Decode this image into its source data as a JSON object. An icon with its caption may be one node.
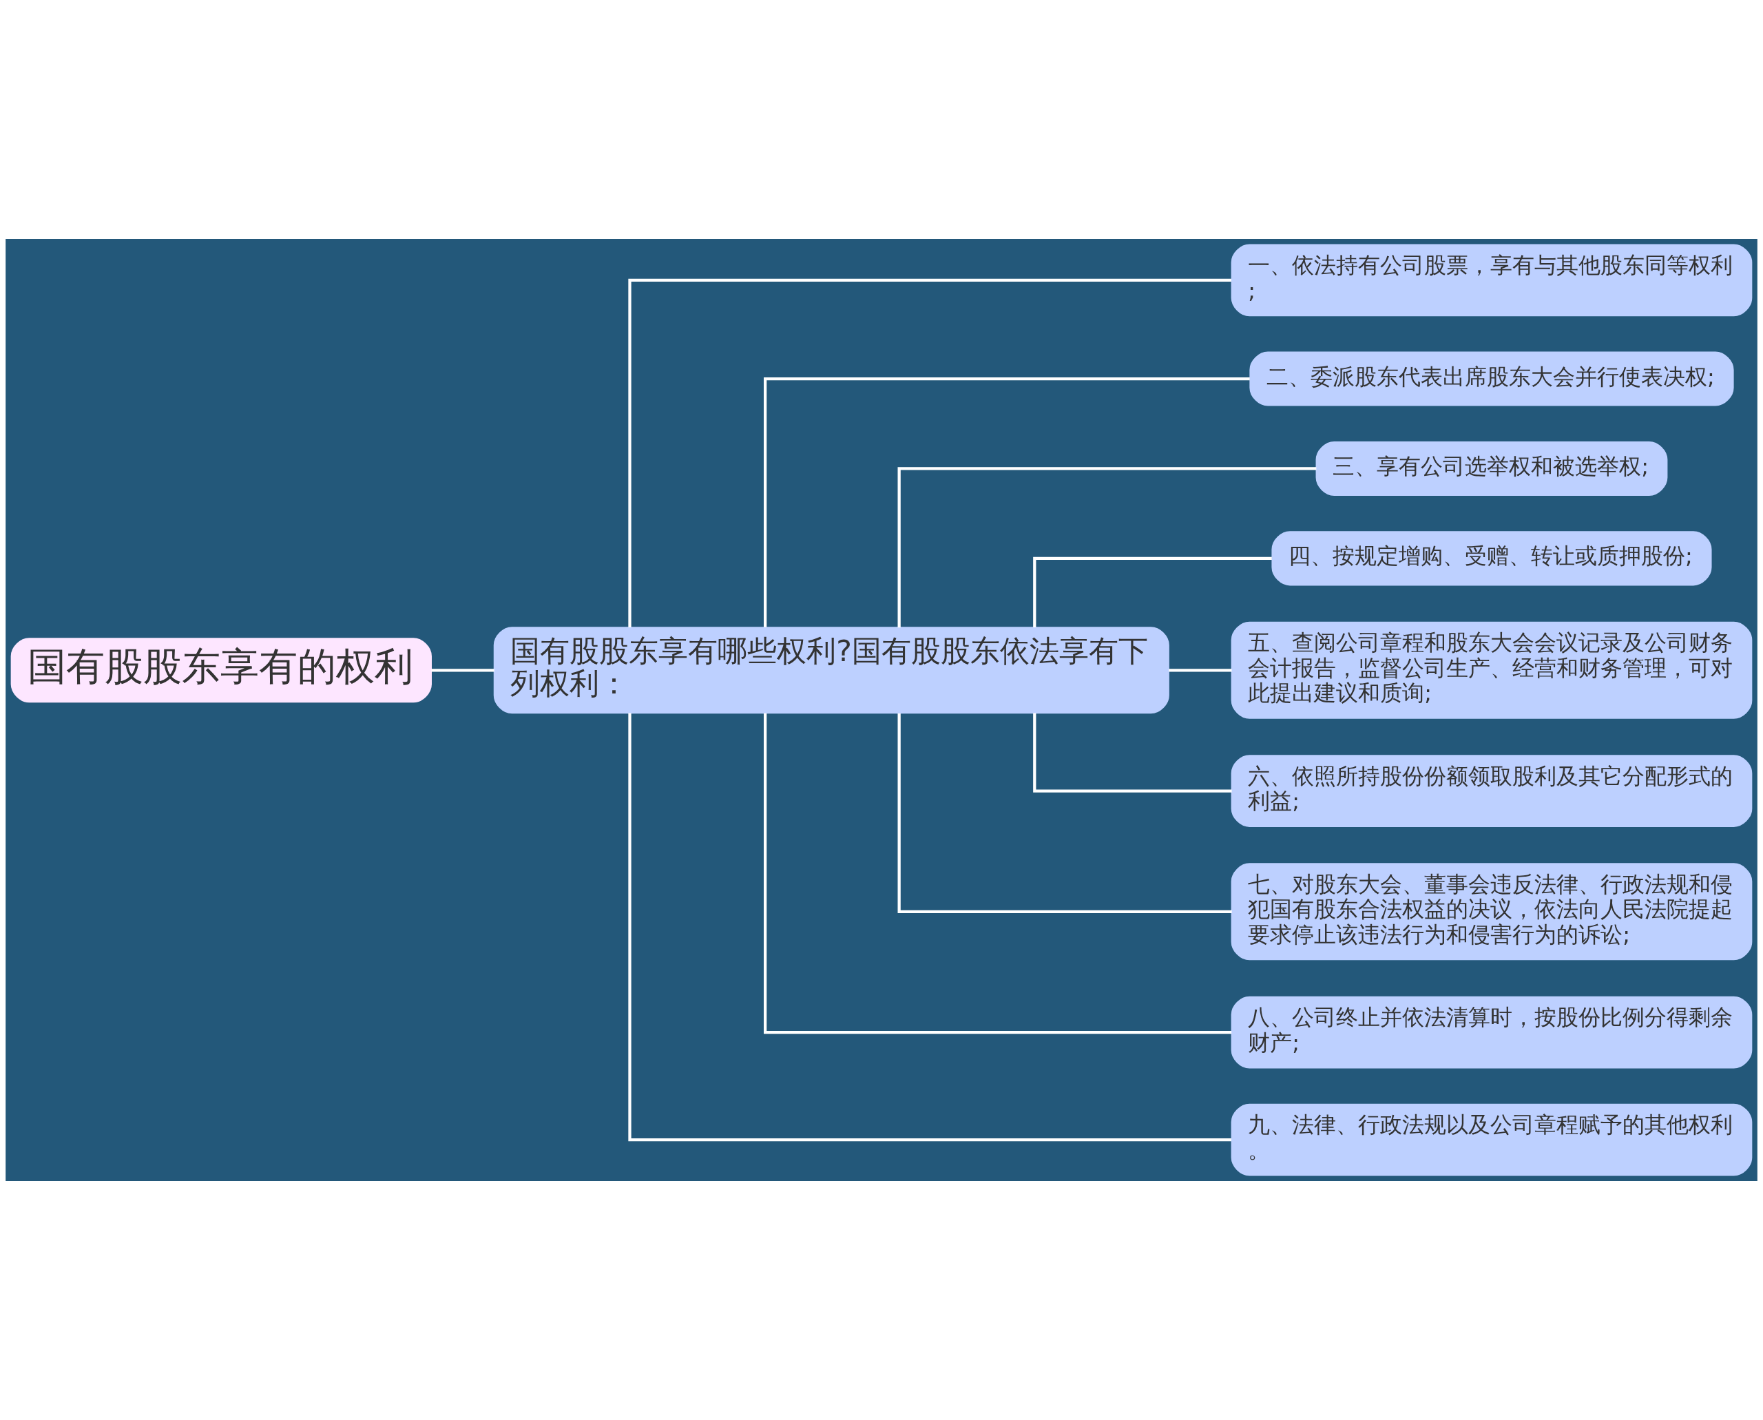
{
  "diagram": {
    "nodes": [
      {
        "text": [
          "国有股股东享有的权利"
        ]
      },
      {
        "text": [
          "国有股股东享有哪些权利?国有股股东依法享有下列权利："
        ]
      },
      {
        "text": [
          "一、依法持有公司股票，享有与其他股东同等权利;"
        ]
      },
      {
        "text": [
          "二、委派股东代表出席股东大会并行使表决权;"
        ]
      },
      {
        "text": [
          "三、享有公司选举权和被选举权;"
        ]
      },
      {
        "text": [
          "四、按规定增购、受赠、转让或质押股份;"
        ]
      },
      {
        "text": [
          "五、查阅公司章程和股东大会会议记录及公司财务会计报告，监督公司生产、经营和财务管理，可对此提出建议和质询;"
        ]
      },
      {
        "text": [
          "六、依照所持股份份额领取股利及其它分配形式的利益;"
        ]
      },
      {
        "text": [
          "七、对股东大会、董事会违反法律、行政法规和侵犯国有股东合法权益的决议，依法向人民法院提起要求停止该违法行为和侵害行为的诉讼;"
        ]
      },
      {
        "text": [
          "八、公司终止并依法清算时，按股份比例分得剩余财产;"
        ]
      },
      {
        "text": [
          "九、法律、行政法规以及公司章程赋予的其他权利。"
        ]
      }
    ],
    "edges": [
      {
        "from": 0,
        "to": 1,
        "arrow": "none"
      },
      {
        "from": 1,
        "to": 2,
        "arrow": "none"
      },
      {
        "from": 1,
        "to": 3,
        "arrow": "none"
      },
      {
        "from": 1,
        "to": 4,
        "arrow": "none"
      },
      {
        "from": 1,
        "to": 5,
        "arrow": "none"
      },
      {
        "from": 1,
        "to": 6,
        "arrow": "none"
      },
      {
        "from": 1,
        "to": 7,
        "arrow": "none"
      },
      {
        "from": 1,
        "to": 8,
        "arrow": "none"
      },
      {
        "from": 1,
        "to": 9,
        "arrow": "none"
      },
      {
        "from": 1,
        "to": 10,
        "arrow": "none"
      }
    ]
  }
}
